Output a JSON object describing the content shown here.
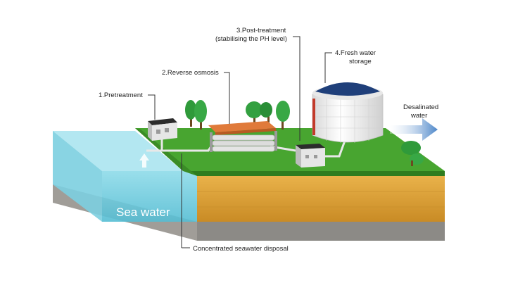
{
  "labels": {
    "pretreatment": "1.Pretreatment",
    "reverse_osmosis": "2.Reverse osmosis",
    "post_treatment_line1": "3.Post-treatment",
    "post_treatment_line2": "(stabilising the PH level)",
    "fresh_storage_line1": "4.Fresh water",
    "fresh_storage_line2": "storage",
    "desalinated_line1": "Desalinated",
    "desalinated_line2": "water",
    "sea_water": "Sea water",
    "disposal": "Concentrated seawater disposal"
  },
  "colors": {
    "grass": "#3f9a2a",
    "soil": "#d9a03a",
    "water": "#7fd3e4",
    "tank_roof": "#1f3f7a",
    "arrow": "#5a8fcc"
  }
}
